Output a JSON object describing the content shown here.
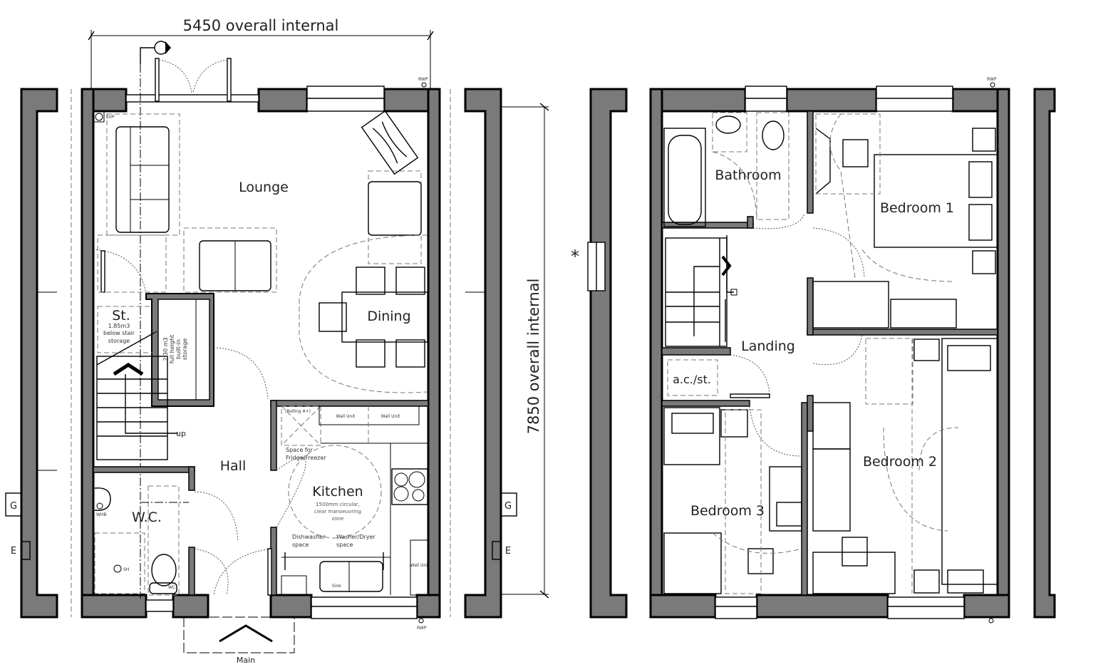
{
  "dimensions": {
    "width_label": "5450 overall internal",
    "depth_label": "7850 overall internal"
  },
  "ground_floor": {
    "rooms": {
      "lounge": "Lounge",
      "dining": "Dining",
      "hall": "Hall",
      "kitchen": "Kitchen",
      "wc": "W.C.",
      "store": "St."
    },
    "notes": {
      "store_volume": "1.85m3",
      "store_line2": "below stair",
      "store_line3": "storage",
      "builtin_line1": "2.30 m3",
      "builtin_line2": "full height",
      "builtin_line3": "built-in",
      "builtin_line4": "storage",
      "stair_up": "up",
      "kitchen_zone_1": "1500mm circular,",
      "kitchen_zone_2": "clear manoeuvring",
      "kitchen_zone_3": "zone",
      "fridge_rating": "(Rolling A+)",
      "fridge_1": "Space for",
      "fridge_2": "Fridge/Freezer",
      "wall_unit_1": "Wall Unit",
      "wall_unit_2": "Wall Unit",
      "wall_unit_3": "Wall Unit",
      "dishwasher_1": "Dishwasher",
      "dishwasher_2": "space",
      "washer_1": "Washer/Dryer",
      "washer_2": "space",
      "sink": "Sink",
      "whb": "WHB",
      "shower": "SH",
      "toilet": "WC",
      "svp": "SVP",
      "rwp_top": "RWP",
      "rwp_bottom": "RWP",
      "entrance": "Main"
    },
    "elevation_marks": {
      "left_g": "G",
      "left_e": "E",
      "right_g": "G",
      "right_e": "E"
    }
  },
  "first_floor": {
    "rooms": {
      "bathroom": "Bathroom",
      "bedroom1": "Bedroom 1",
      "landing": "Landing",
      "airing": "a.c./st.",
      "bedroom2": "Bedroom 2",
      "bedroom3": "Bedroom 3"
    },
    "notes": {
      "rwp_top": "RWP",
      "window_mark": "*"
    }
  },
  "colors": {
    "wall_fill": "#7a7a7a",
    "line": "#000000",
    "dashed": "#777777"
  }
}
